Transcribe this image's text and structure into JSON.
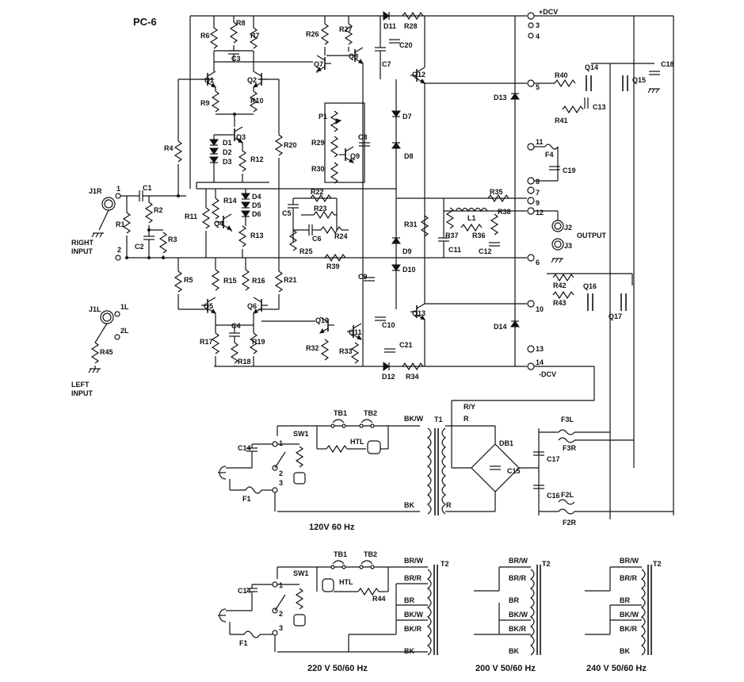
{
  "title": "PC-6",
  "rails": {
    "pos": "+DCV",
    "neg": "-DCV"
  },
  "inputs": {
    "right_jack": "J1R",
    "left_jack": "J1L",
    "right_label_1": "RIGHT",
    "right_label_2": "INPUT",
    "left_label_1": "LEFT",
    "left_label_2": "INPUT",
    "pin1": "1",
    "pin2": "2",
    "pin1L": "1L",
    "pin2L": "2L"
  },
  "output": {
    "label": "OUTPUT",
    "j2": "J2",
    "j3": "J3"
  },
  "resistors": [
    "R1",
    "R2",
    "R3",
    "R4",
    "R5",
    "R6",
    "R7",
    "R8",
    "R9",
    "R10",
    "R11",
    "R12",
    "R13",
    "R14",
    "R15",
    "R16",
    "R17",
    "R18",
    "R19",
    "R20",
    "R21",
    "R22",
    "R23",
    "R24",
    "R25",
    "R26",
    "R27",
    "R28",
    "R29",
    "R30",
    "R31",
    "R32",
    "R33",
    "R34",
    "R35",
    "R36",
    "R37",
    "R38",
    "R39",
    "R40",
    "R41",
    "R42",
    "R43",
    "R44",
    "R45"
  ],
  "capacitors": [
    "C1",
    "C2",
    "C3",
    "C4",
    "C5",
    "C6",
    "C7",
    "C8",
    "C9",
    "C10",
    "C11",
    "C12",
    "C13",
    "C14",
    "C15",
    "C16",
    "C17",
    "C18",
    "C19",
    "C20",
    "C21"
  ],
  "transistors": [
    "Q1",
    "Q2",
    "Q3",
    "Q4",
    "Q5",
    "Q6",
    "Q7",
    "Q8",
    "Q9",
    "Q10",
    "Q11",
    "Q12",
    "Q13",
    "Q14",
    "Q15",
    "Q16",
    "Q17"
  ],
  "diodes": [
    "D1",
    "D2",
    "D3",
    "D4",
    "D5",
    "D6",
    "D7",
    "D8",
    "D9",
    "D10",
    "D11",
    "D12",
    "D13",
    "D14"
  ],
  "misc": {
    "p1": "P1",
    "l1": "L1",
    "f4": "F4",
    "db1": "DB1",
    "f1": "F1",
    "f2l": "F2L",
    "f2r": "F2R",
    "f3l": "F3L",
    "f3r": "F3R",
    "sw1": "SW1",
    "tb1": "TB1",
    "tb2": "TB2",
    "htl": "HTL",
    "t1": "T1",
    "t2": "T2"
  },
  "terminals": [
    "3",
    "4",
    "5",
    "11",
    "8",
    "7",
    "9",
    "12",
    "6",
    "10",
    "13",
    "14"
  ],
  "wire_colors": {
    "bkw": "BK/W",
    "bk": "BK",
    "r": "R",
    "ry": "R/Y",
    "brw": "BR/W",
    "brr": "BR/R",
    "br": "BR",
    "bkr": "BK/R"
  },
  "sw_pins": [
    "1",
    "2",
    "3"
  ],
  "captions": {
    "v120": "120V  60 Hz",
    "v220": "220 V  50/60 Hz",
    "v200": "200 V  50/60 Hz",
    "v240": "240 V  50/60 Hz"
  }
}
